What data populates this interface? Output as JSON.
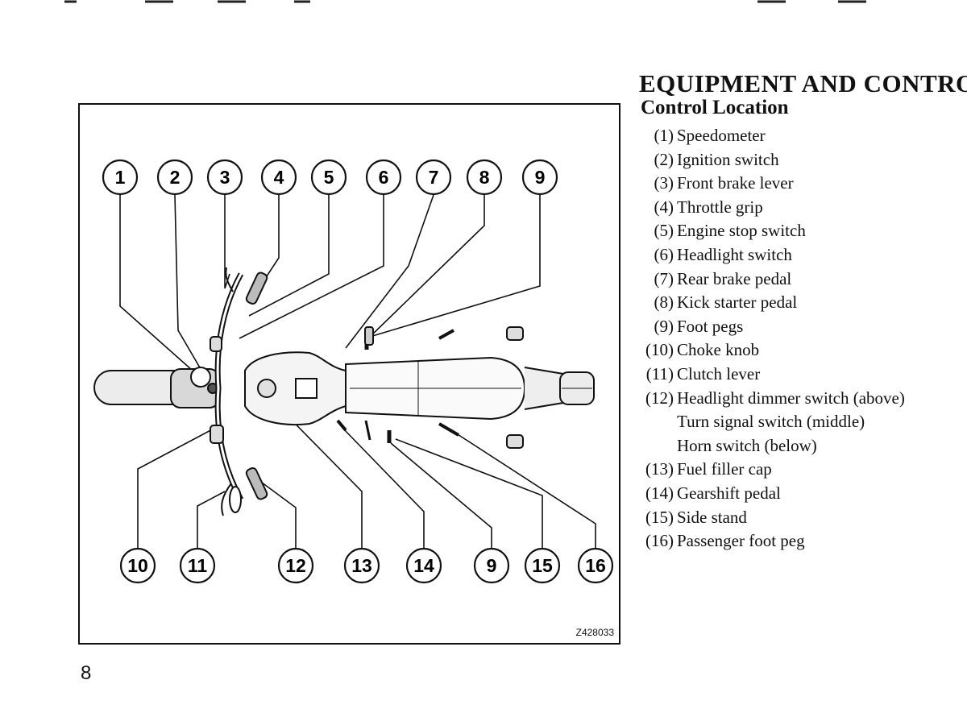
{
  "page": {
    "heading": "EQUIPMENT AND CONTROLS",
    "subheading": "Control Location",
    "page_number": "8"
  },
  "figure": {
    "code": "Z428033",
    "top_callouts": [
      "1",
      "2",
      "3",
      "4",
      "5",
      "6",
      "7",
      "8",
      "9"
    ],
    "bottom_callouts": [
      "10",
      "11",
      "12",
      "13",
      "14",
      "9",
      "15",
      "16"
    ]
  },
  "legend": [
    {
      "num": "(1)",
      "text": "Speedometer"
    },
    {
      "num": "(2)",
      "text": "Ignition switch"
    },
    {
      "num": "(3)",
      "text": "Front brake lever"
    },
    {
      "num": "(4)",
      "text": "Throttle grip"
    },
    {
      "num": "(5)",
      "text": "Engine stop switch"
    },
    {
      "num": "(6)",
      "text": "Headlight switch"
    },
    {
      "num": "(7)",
      "text": "Rear brake pedal"
    },
    {
      "num": "(8)",
      "text": "Kick starter pedal"
    },
    {
      "num": "(9)",
      "text": "Foot pegs"
    },
    {
      "num": "(10)",
      "text": "Choke knob"
    },
    {
      "num": "(11)",
      "text": "Clutch lever"
    },
    {
      "num": "(12)",
      "text": "Headlight dimmer switch (above)"
    },
    {
      "num": "",
      "text": "Turn signal switch (middle)"
    },
    {
      "num": "",
      "text": "Horn switch (below)"
    },
    {
      "num": "(13)",
      "text": "Fuel filler cap"
    },
    {
      "num": "(14)",
      "text": "Gearshift pedal"
    },
    {
      "num": "(15)",
      "text": "Side stand"
    },
    {
      "num": "(16)",
      "text": "Passenger foot peg"
    }
  ]
}
